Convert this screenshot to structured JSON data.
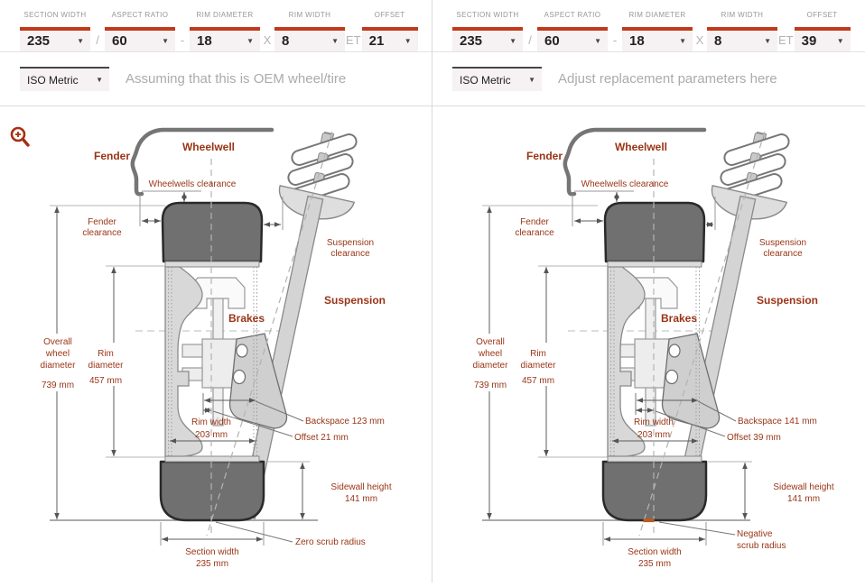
{
  "colors": {
    "accent": "#c2391a",
    "diagram_label": "#993516",
    "tire": "#707070",
    "scrub_mark": "#bb5a1e"
  },
  "panels": [
    {
      "role": "oem",
      "fields": [
        {
          "label": "SECTION WIDTH",
          "value": "235"
        },
        {
          "label": "ASPECT RATIO",
          "value": "60"
        },
        {
          "label": "RIM DIAMETER",
          "value": "18"
        },
        {
          "label": "RIM WIDTH",
          "value": "8"
        },
        {
          "label": "OFFSET",
          "value": "21"
        }
      ],
      "separators": [
        "/",
        "-",
        "X",
        "ET"
      ],
      "unit_system": "ISO Metric",
      "hint": "Assuming that this is OEM wheel/tire",
      "diagram": {
        "fender": "Fender",
        "wheelwell": "Wheelwell",
        "wheelwells_clearance": "Wheelwells clearance",
        "fender_clearance": [
          "Fender",
          "clearance"
        ],
        "suspension_clearance": [
          "Suspension",
          "clearance"
        ],
        "suspension": "Suspension",
        "brakes": "Brakes",
        "overall": [
          "Overall",
          "wheel",
          "diameter"
        ],
        "overall_value": "739 mm",
        "rim_diameter": [
          "Rim",
          "diameter"
        ],
        "rim_diameter_value": "457 mm",
        "rim_width": [
          "Rim width",
          "203 mm"
        ],
        "backspace": "Backspace 123 mm",
        "offset": "Offset 21 mm",
        "sidewall": [
          "Sidewall height",
          "141 mm"
        ],
        "section_width": [
          "Section width",
          "235 mm"
        ],
        "scrub": [
          "Zero scrub radius",
          ""
        ]
      }
    },
    {
      "role": "replacement",
      "fields": [
        {
          "label": "SECTION WIDTH",
          "value": "235"
        },
        {
          "label": "ASPECT RATIO",
          "value": "60"
        },
        {
          "label": "RIM DIAMETER",
          "value": "18"
        },
        {
          "label": "RIM WIDTH",
          "value": "8"
        },
        {
          "label": "OFFSET",
          "value": "39"
        }
      ],
      "separators": [
        "/",
        "-",
        "X",
        "ET"
      ],
      "unit_system": "ISO Metric",
      "hint": "Adjust replacement parameters here",
      "diagram": {
        "fender": "Fender",
        "wheelwell": "Wheelwell",
        "wheelwells_clearance": "Wheelwells clearance",
        "fender_clearance": [
          "Fender",
          "clearance"
        ],
        "suspension_clearance": [
          "Suspension",
          "clearance"
        ],
        "suspension": "Suspension",
        "brakes": "Brakes",
        "overall": [
          "Overall",
          "wheel",
          "diameter"
        ],
        "overall_value": "739 mm",
        "rim_diameter": [
          "Rim",
          "diameter"
        ],
        "rim_diameter_value": "457 mm",
        "rim_width": [
          "Rim width",
          "203 mm"
        ],
        "backspace": "Backspace 141 mm",
        "offset": "Offset 39 mm",
        "sidewall": [
          "Sidewall height",
          "141 mm"
        ],
        "section_width": [
          "Section width",
          "235 mm"
        ],
        "scrub": [
          "Negative",
          "scrub radius"
        ]
      }
    }
  ]
}
